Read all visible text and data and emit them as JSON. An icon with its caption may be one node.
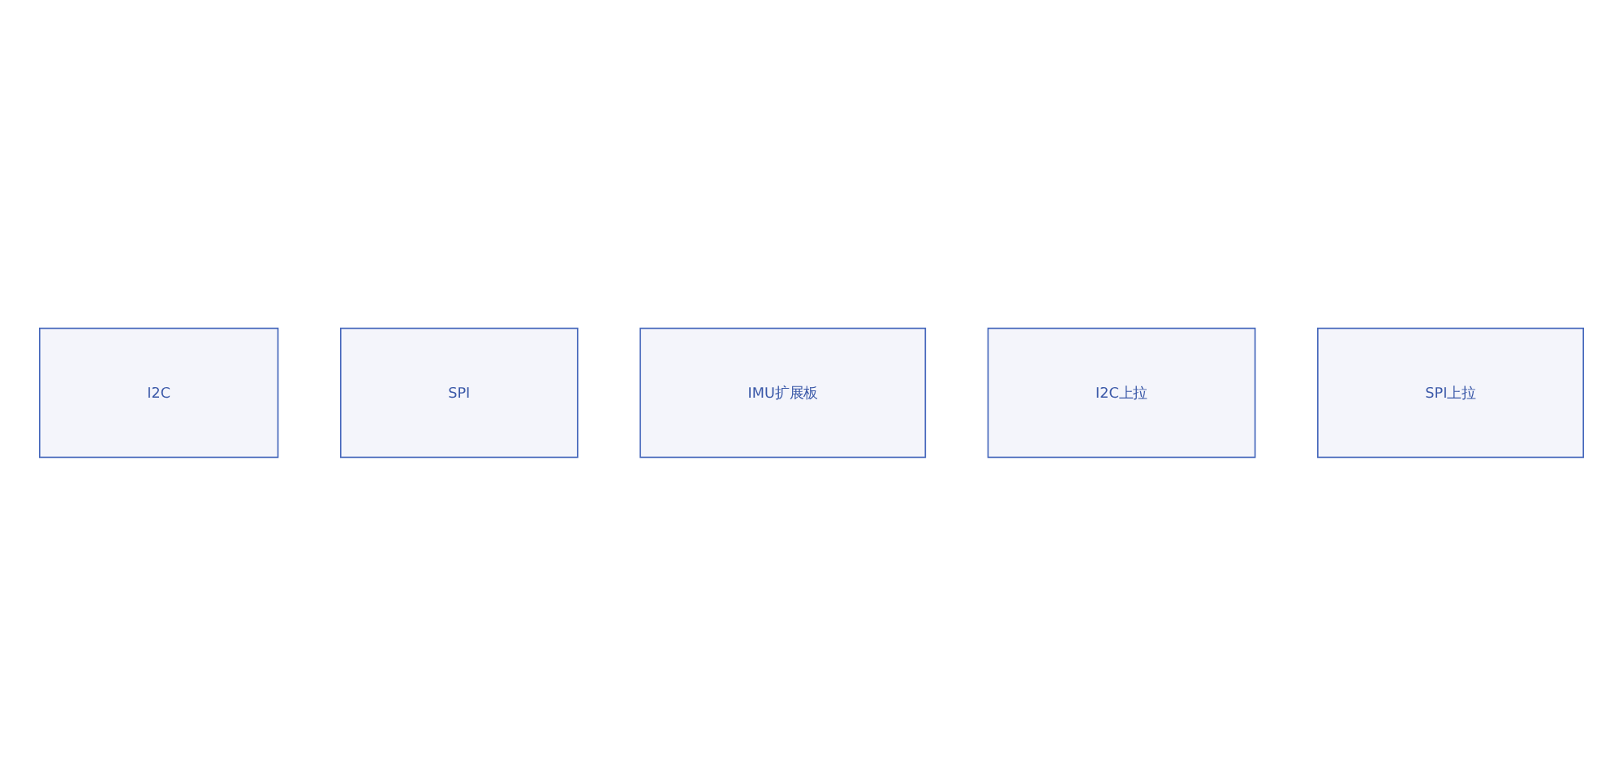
{
  "diagram": {
    "nodes": [
      {
        "text": [
          "I2C"
        ]
      },
      {
        "text": [
          "SPI"
        ]
      },
      {
        "text": [
          "IMU扩展板"
        ]
      },
      {
        "text": [
          "I2C上拉"
        ]
      },
      {
        "text": [
          "SPI上拉"
        ]
      }
    ]
  }
}
